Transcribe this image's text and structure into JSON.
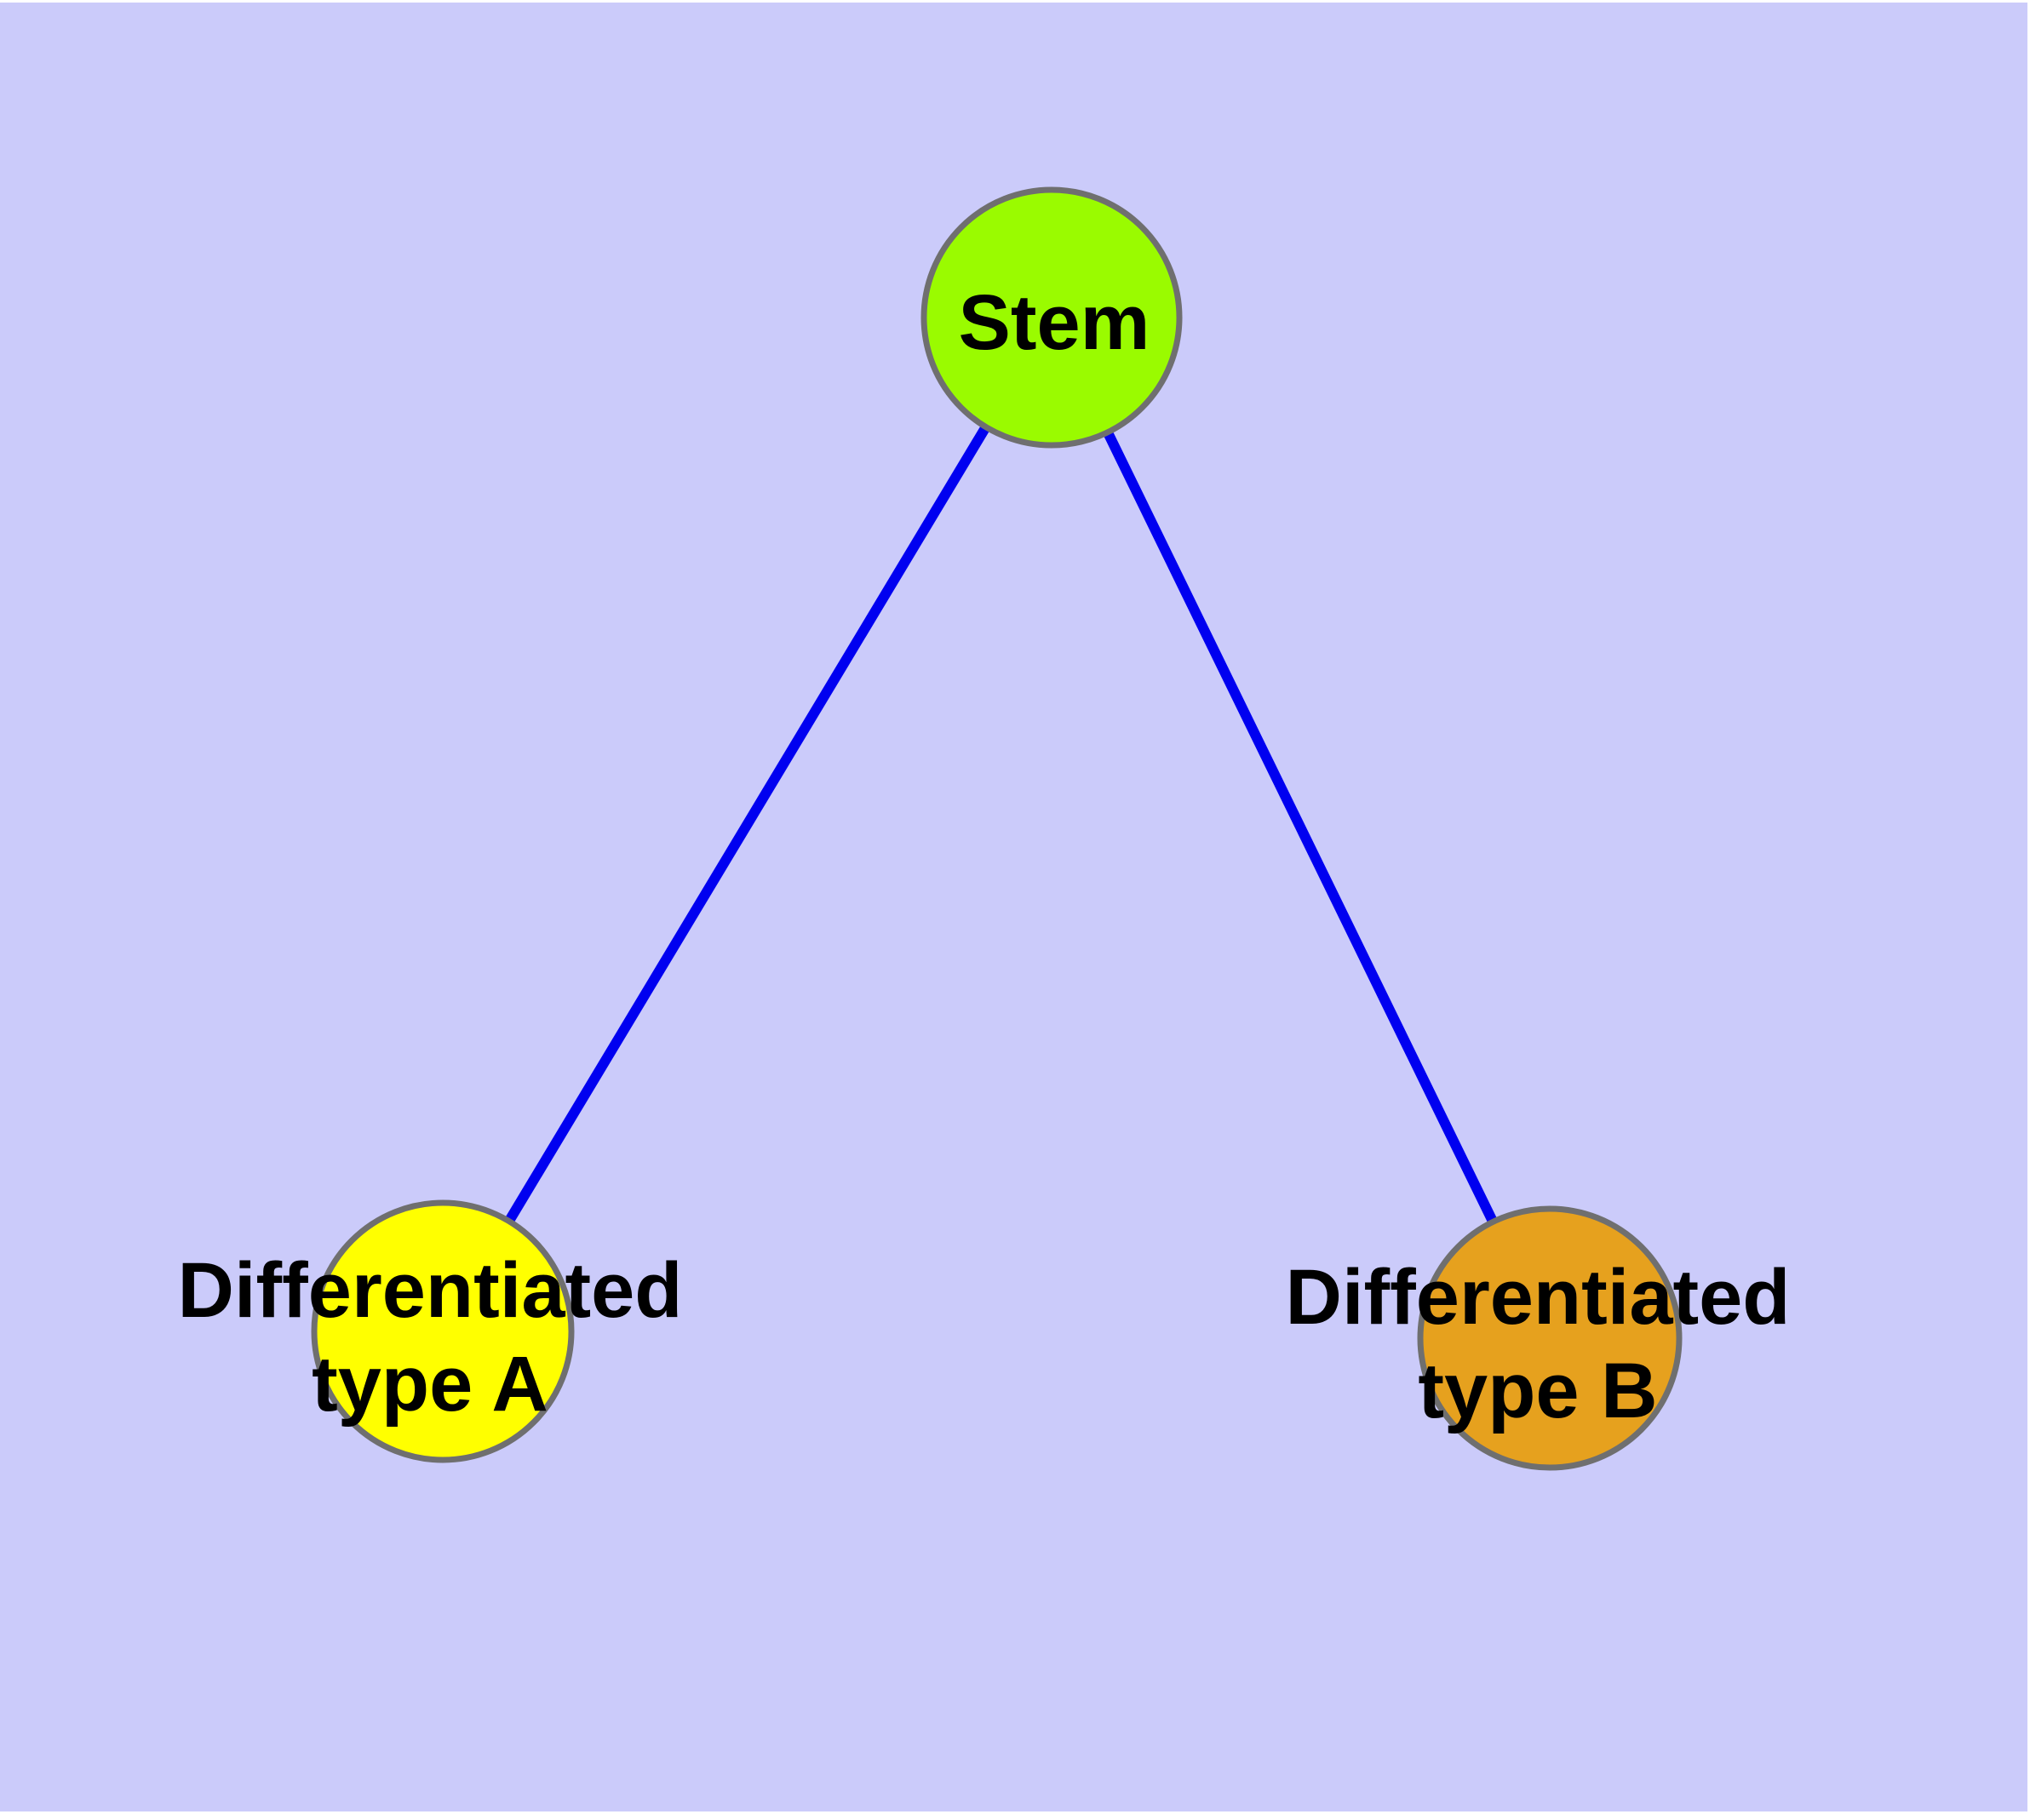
{
  "colors": {
    "page_background": "#FFFFFF",
    "canvas_background": "#CBCBFA",
    "edge": "#0000F0",
    "node_border": "#6F6F6F",
    "label": "#000000"
  },
  "diagram": {
    "type": "graph",
    "nodes": [
      {
        "id": "stem",
        "label": "Stem",
        "label_line1": "Stem",
        "label_line2": "",
        "fill": "#9AFB00"
      },
      {
        "id": "differentiated-type-a",
        "label": "Differentiated type A",
        "label_line1": "Differentiated",
        "label_line2": "type A",
        "fill": "#FFFF00"
      },
      {
        "id": "differentiated-type-b",
        "label": "Differentiated type B",
        "label_line1": "Differentiated",
        "label_line2": "type B",
        "fill": "#E6A11E"
      }
    ],
    "edges": [
      {
        "from": "stem",
        "to": "differentiated-type-a"
      },
      {
        "from": "stem",
        "to": "differentiated-type-b"
      }
    ]
  }
}
